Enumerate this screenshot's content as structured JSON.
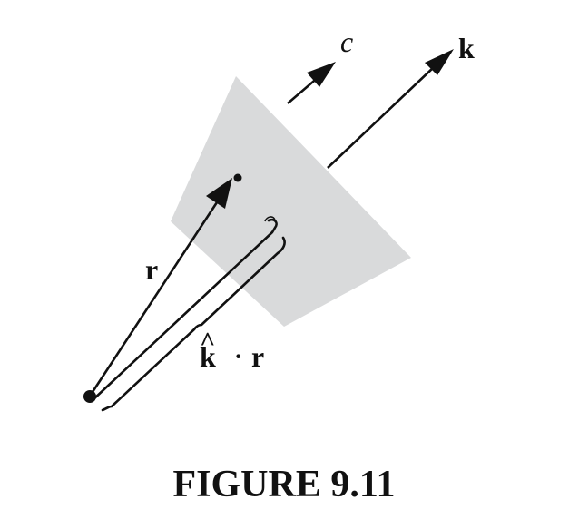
{
  "diagram": {
    "labels": {
      "wave_speed": "c",
      "wave_vector": "k",
      "position_vector": "r",
      "projection_k_hat": "k",
      "projection_hat": "^",
      "projection_dot": "·",
      "projection_r": "r"
    },
    "colors": {
      "plane_fill": "#d9dadb",
      "ink": "#111111",
      "background": "#ffffff"
    }
  },
  "caption": {
    "text": "FIGURE 9.11"
  }
}
